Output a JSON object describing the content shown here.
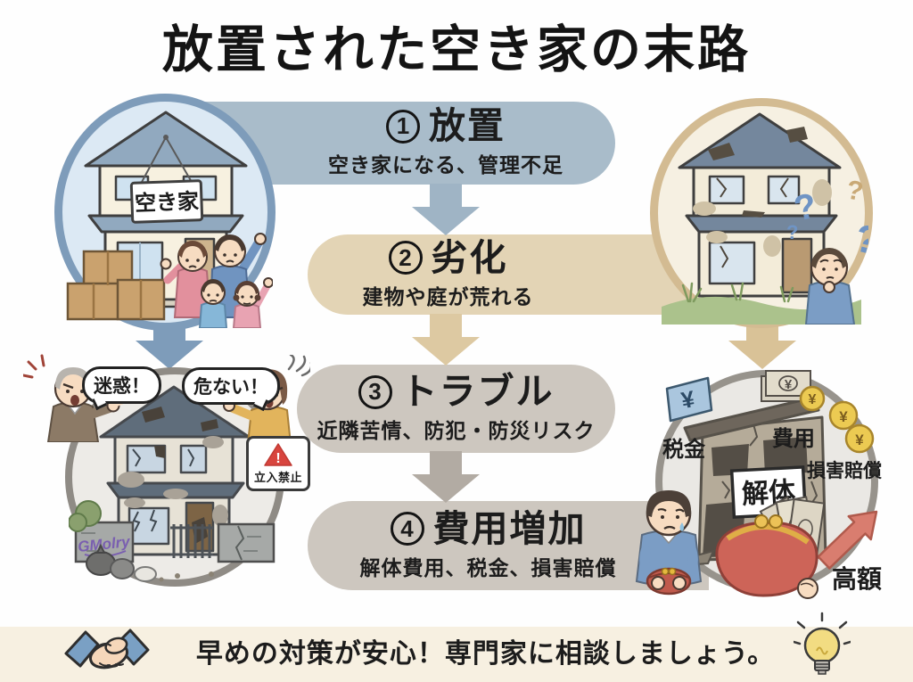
{
  "title": "放置された空き家の末路",
  "steps": [
    {
      "number": "1",
      "name": "放置",
      "desc": "空き家になる、管理不足"
    },
    {
      "number": "2",
      "name": "劣化",
      "desc": "建物や庭が荒れる"
    },
    {
      "number": "3",
      "name": "トラブル",
      "desc": "近隣苦情、防犯・防災リスク"
    },
    {
      "number": "4",
      "name": "費用増加",
      "desc": "解体費用、税金、損害賠償"
    }
  ],
  "illustrations": {
    "vacant_house_sign": "空き家",
    "demolition_sign": "解体",
    "no_entry_sign": "立入禁止",
    "warning_mark": "!",
    "graffiti": "GMolry",
    "yen": "¥",
    "question_mark": "?",
    "bubble_left": "迷惑！",
    "bubble_right": "危ない！"
  },
  "cost_labels": {
    "tax": "税金",
    "expense": "費用",
    "damages": "損害賠償",
    "high_amount": "高額"
  },
  "footer": {
    "message": "早めの対策が安心！専門家に相談しましょう。",
    "icons": [
      "handshake-icon",
      "lightbulb-icon"
    ]
  },
  "colors": {
    "step1_banner": "#a9bcca",
    "step2_banner": "#e3d4b5",
    "step34_banner": "#cdc7bf",
    "circle1_border": "#7e9cba",
    "circle1_fill": "#dce9f4",
    "circle2_border": "#d3bb92",
    "circle2_fill": "#f6f0e2",
    "circle3_border": "#8f8b85",
    "circle4_border": "#97938c",
    "footer_bg": "#f7f0e1",
    "warning_red": "#d8453e",
    "purse_red": "#cd6458",
    "coin_gold": "#ecca52",
    "text": "#1c1c1c"
  }
}
